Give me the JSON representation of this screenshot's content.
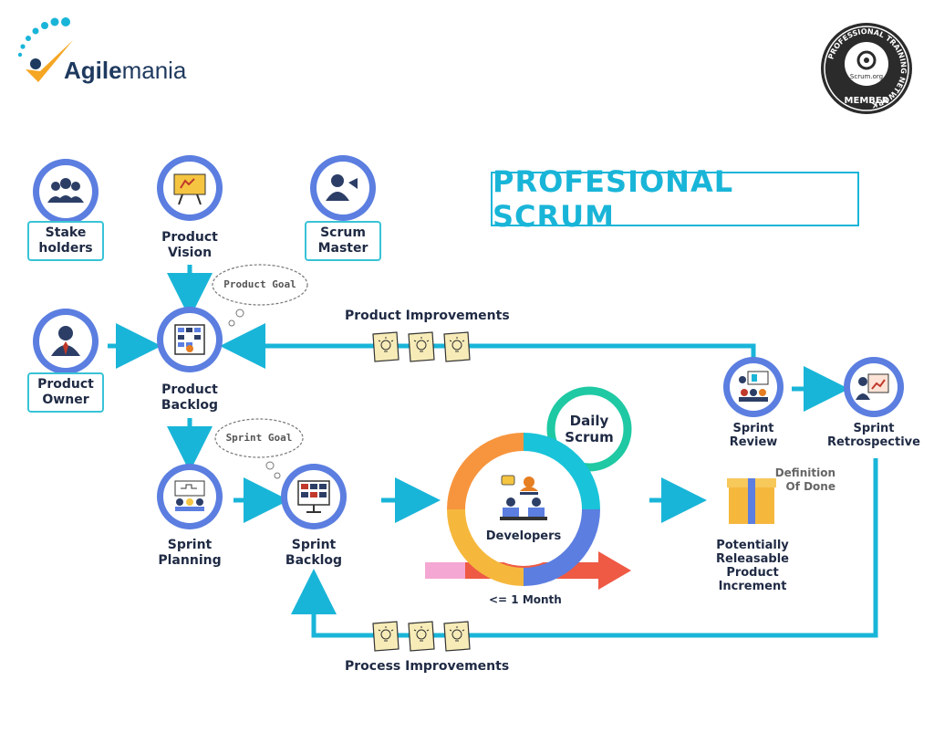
{
  "logo": {
    "brand_bold": "Agile",
    "brand_rest": "mania"
  },
  "badge": {
    "ring_text": "PROFESSIONAL TRAINING NETWORK",
    "center_text": "Scrum.org",
    "bottom_text": "MEMBER"
  },
  "title": "PROFESIONAL SCRUM",
  "roles": {
    "stakeholders": [
      "Stake",
      "holders"
    ],
    "product_vision": [
      "Product",
      "Vision"
    ],
    "scrum_master": [
      "Scrum",
      "Master"
    ],
    "product_owner": [
      "Product",
      "Owner"
    ]
  },
  "artifacts": {
    "product_backlog": [
      "Product",
      "Backlog"
    ],
    "sprint_planning": [
      "Sprint",
      "Planning"
    ],
    "sprint_backlog": [
      "Sprint",
      "Backlog"
    ],
    "sprint_review": [
      "Sprint",
      "Review"
    ],
    "sprint_retrospective": [
      "Sprint",
      "Retrospective"
    ],
    "increment": [
      "Potentially",
      "Releasable",
      "Product",
      "Increment"
    ]
  },
  "clouds": {
    "product_goal": "Product Goal",
    "sprint_goal": "Sprint Goal"
  },
  "flows": {
    "product_improvements": "Product Improvements",
    "process_improvements": "Process Improvements"
  },
  "definition_of_done": [
    "Definition",
    "Of Done"
  ],
  "daily_scrum": [
    "Daily",
    "Scrum"
  ],
  "developers": "Developers",
  "duration": "<= 1 Month",
  "colors": {
    "accent": "#19b5d8",
    "circle_ring": "#5b7ee0",
    "label_border": "#39c3d6",
    "teal_ring": "#1ec9a3"
  },
  "icons": {
    "stakeholders": "people-group-icon",
    "product_vision": "presentation-board-icon",
    "scrum_master": "megaphone-person-icon",
    "product_owner": "business-person-icon",
    "product_backlog": "kanban-board-icon",
    "sprint_planning": "planning-meeting-icon",
    "sprint_backlog": "task-board-icon",
    "sprint_review": "review-meeting-icon",
    "sprint_retrospective": "retrospective-icon",
    "increment": "gift-box-icon",
    "developers": "developers-team-icon",
    "sticky_note": "lightbulb-note-icon"
  }
}
